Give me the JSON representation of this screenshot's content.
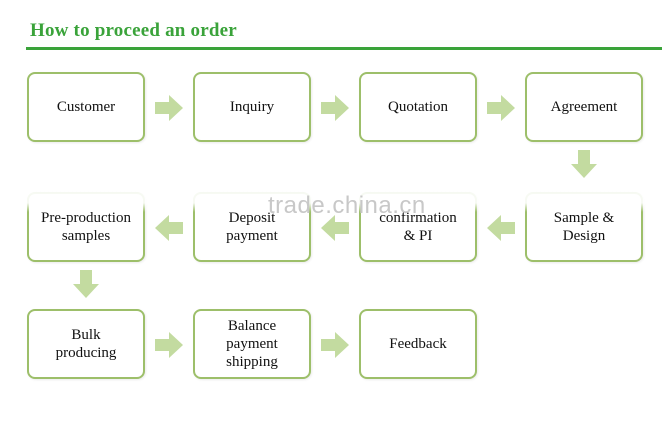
{
  "title": "How to proceed an order",
  "steps": [
    {
      "label": "Customer"
    },
    {
      "label": "Inquiry"
    },
    {
      "label": "Quotation"
    },
    {
      "label": "Agreement"
    },
    {
      "label": "Sample &\nDesign"
    },
    {
      "label": "confirmation\n& PI"
    },
    {
      "label": "Deposit\npayment"
    },
    {
      "label": "Pre-production\nsamples"
    },
    {
      "label": "Bulk\nproducing"
    },
    {
      "label": "Balance\npayment\nshipping"
    },
    {
      "label": "Feedback"
    }
  ],
  "watermark": "trade.china.cn",
  "colors": {
    "accent": "#3aa33a",
    "box_border": "#9dbf6a",
    "arrow": "#c3dba0"
  }
}
